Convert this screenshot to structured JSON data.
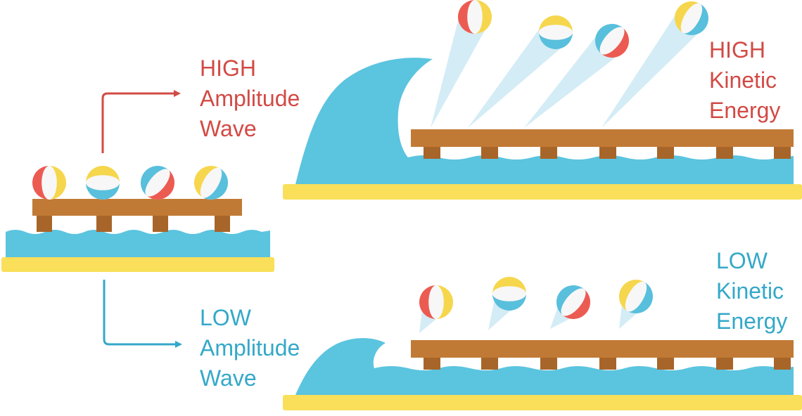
{
  "labels": {
    "high_amplitude": [
      "HIGH",
      "Amplitude",
      "Wave"
    ],
    "low_amplitude": [
      "LOW",
      "Amplitude",
      "Wave"
    ],
    "high_kinetic": [
      "HIGH",
      "Kinetic",
      "Energy"
    ],
    "low_kinetic": [
      "LOW",
      "Kinetic",
      "Energy"
    ]
  },
  "colors": {
    "high_text": "#d24a45",
    "low_text": "#34a8c8",
    "water": "#5bc4df",
    "wood": "#c17a35",
    "wood_dark": "#a86529",
    "sand": "#f9df5a",
    "ball_red": "#ec5b52",
    "ball_yellow": "#f6d64c",
    "ball_blue": "#58bfdc",
    "ball_white": "#f7f7f7",
    "trail": "#cde9f3"
  },
  "scenes": {
    "calm_ball_pattern": [
      "red-yellow",
      "yellow-blue",
      "blue-red",
      "yellow-blue"
    ],
    "high_ball_pattern": [
      "red-yellow",
      "yellow-blue",
      "blue-red",
      "yellow-blue"
    ],
    "low_ball_pattern": [
      "red-yellow",
      "yellow-blue",
      "blue-red",
      "yellow-blue"
    ]
  }
}
